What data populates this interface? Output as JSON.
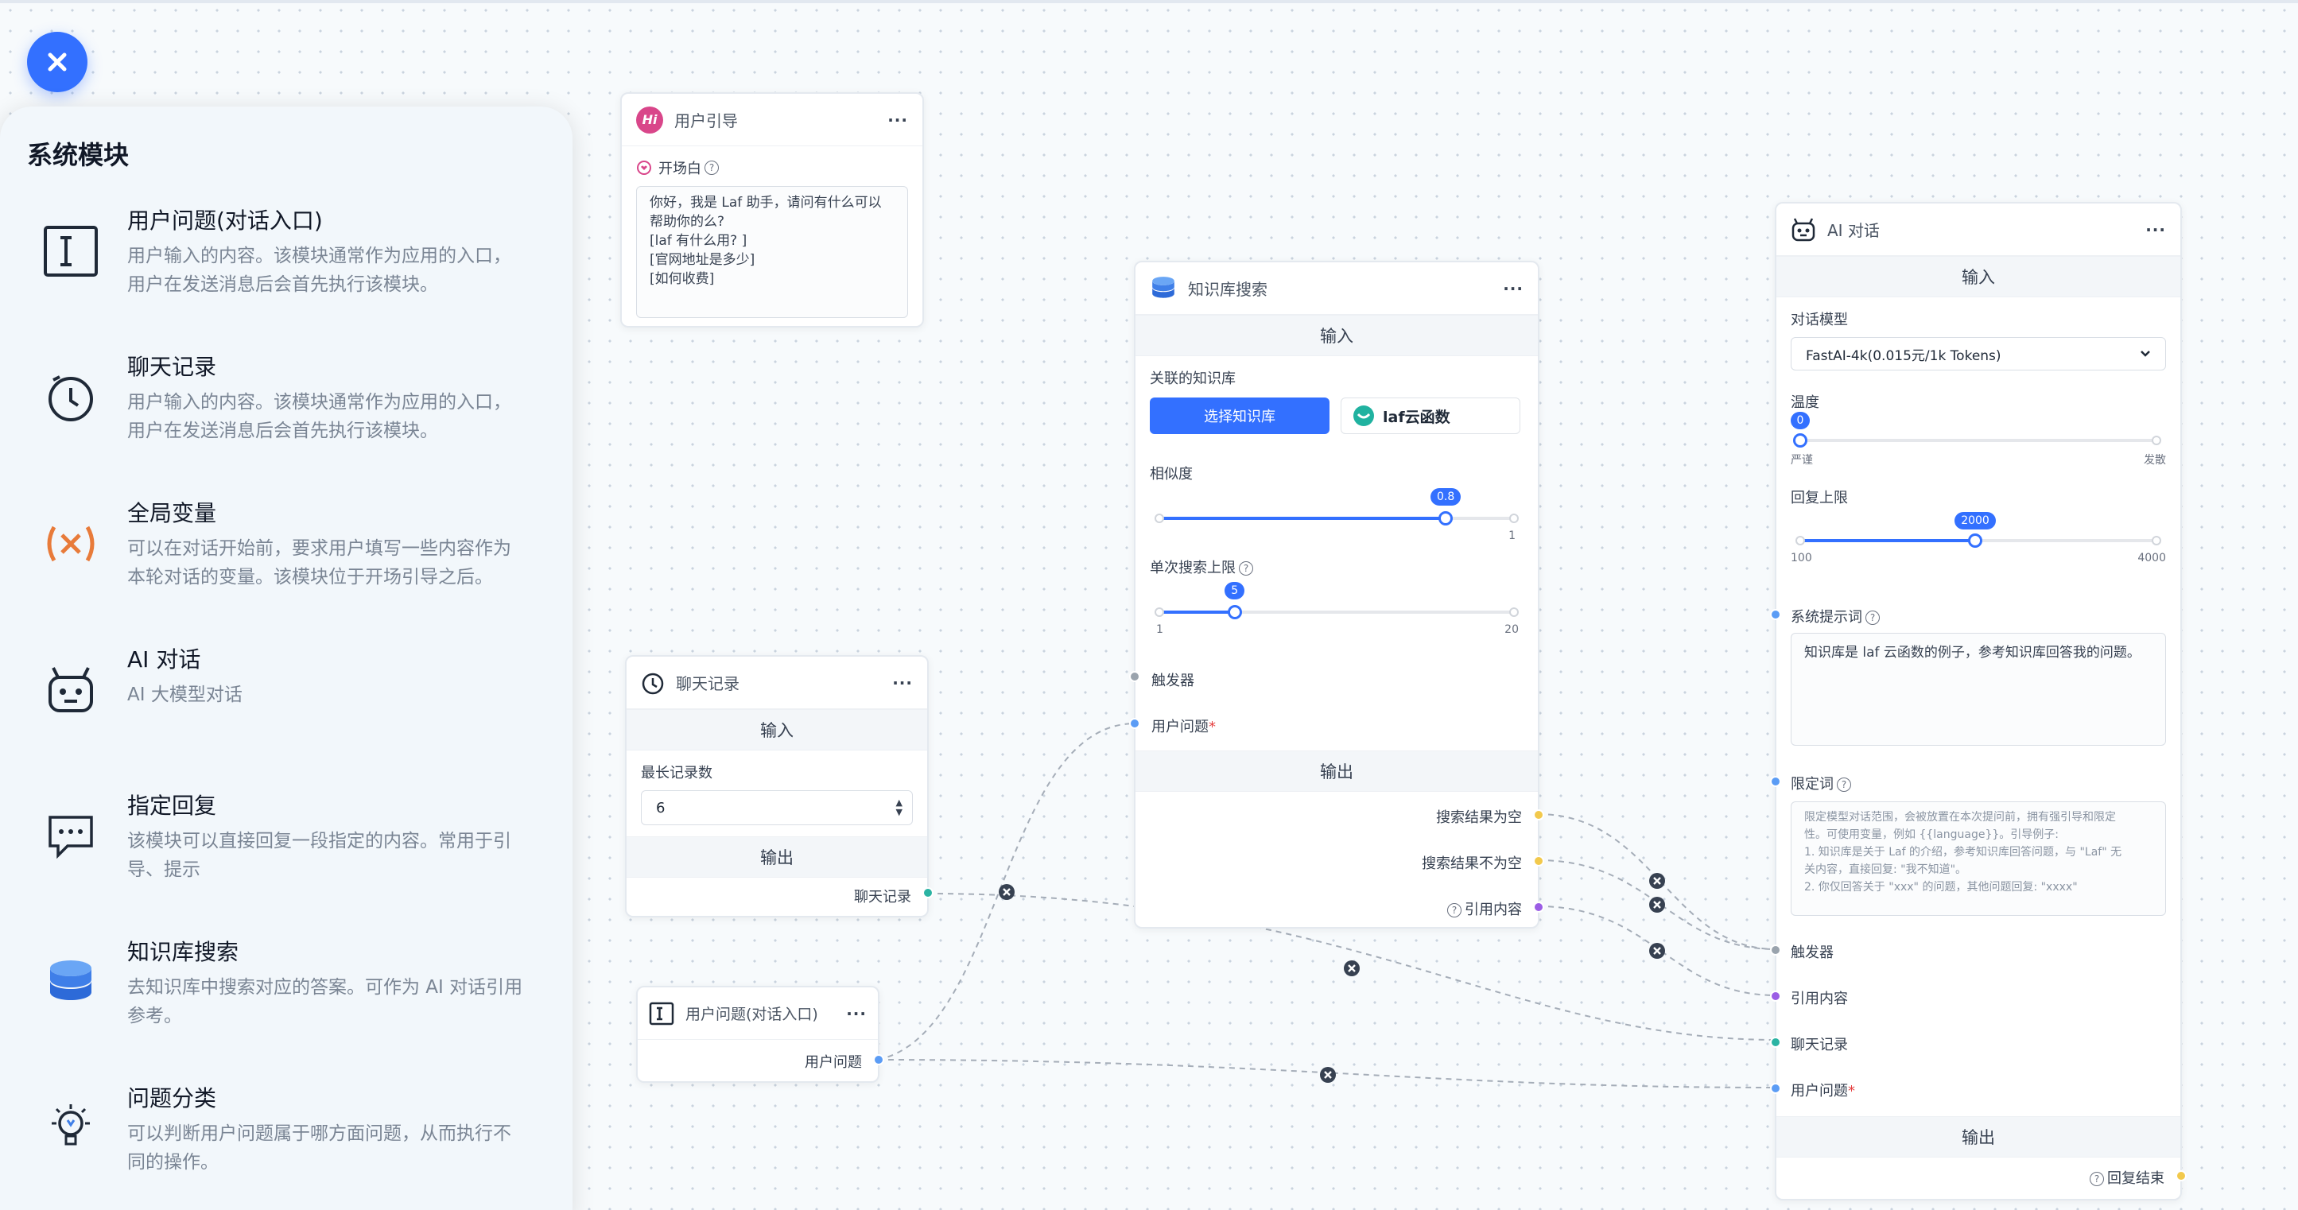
{
  "sidebar": {
    "title": "系统模块",
    "items": [
      {
        "name": "用户问题(对话入口)",
        "desc": "用户输入的内容。该模块通常作为应用的入口，用户在发送消息后会首先执行该模块。"
      },
      {
        "name": "聊天记录",
        "desc": "用户输入的内容。该模块通常作为应用的入口，用户在发送消息后会首先执行该模块。"
      },
      {
        "name": "全局变量",
        "desc": "可以在对话开始前，要求用户填写一些内容作为本轮对话的变量。该模块位于开场引导之后。"
      },
      {
        "name": "AI 对话",
        "desc": "AI 大模型对话"
      },
      {
        "name": "指定回复",
        "desc": "该模块可以直接回复一段指定的内容。常用于引导、提示"
      },
      {
        "name": "知识库搜索",
        "desc": "去知识库中搜索对应的答案。可作为 AI 对话引用参考。"
      },
      {
        "name": "问题分类",
        "desc": "可以判断用户问题属于哪方面问题，从而执行不同的操作。"
      }
    ]
  },
  "guide_node": {
    "title": "用户引导",
    "badge": "Hi",
    "field_label": "开场白",
    "lines": [
      "你好，我是 Laf 助手，请问有什么可以",
      "帮助你的么?",
      "[laf 有什么用? ]",
      "[官网地址是多少]",
      "[如何收费]"
    ]
  },
  "history_node": {
    "title": "聊天记录",
    "input_label": "输入",
    "max_label": "最长记录数",
    "max_value": "6",
    "output_label": "输出",
    "out_port": "聊天记录"
  },
  "entry_node": {
    "title": "用户问题(对话入口)",
    "out_port": "用户问题"
  },
  "kb_node": {
    "title": "知识库搜索",
    "input_label": "输入",
    "linked_label": "关联的知识库",
    "select_btn": "选择知识库",
    "kb_tag": "laf云函数",
    "similarity_label": "相似度",
    "similarity_value": 0.8,
    "similarity_tip": "0.8",
    "similarity_max": "1",
    "limit_label": "单次搜索上限",
    "limit_value": 5,
    "limit_tip": "5",
    "limit_min": "1",
    "limit_max": "20",
    "trigger_port": "触发器",
    "question_port": "用户问题",
    "required_mark": "*",
    "output_label": "输出",
    "out_empty": "搜索结果为空",
    "out_not_empty": "搜索结果不为空",
    "out_quote": "引用内容"
  },
  "ai_node": {
    "title": "AI 对话",
    "input_label": "输入",
    "model_label": "对话模型",
    "model_value": "FastAI-4k(0.015元/1k Tokens)",
    "temp_label": "温度",
    "temp_value": 0,
    "temp_tip": "0",
    "temp_min_label": "严谨",
    "temp_max_label": "发散",
    "limit_label": "回复上限",
    "limit_value": 2000,
    "limit_tip": "2000",
    "limit_min": "100",
    "limit_max": "4000",
    "prompt_label": "系统提示词",
    "prompt_value": "知识库是 laf 云函数的例子，参考知识库回答我的问题。",
    "limit_text_label": "限定词",
    "limit_text_lines": [
      "限定模型对话范围，会被放置在本次提问前，拥有强引导和限定",
      "性。可使用变量，例如 {{language}}。引导例子:",
      "1. 知识库是关于 Laf 的介绍，参考知识库回答问题，与 \"Laf\" 无",
      "关内容，直接回复: \"我不知道\"。",
      "2. 你仅回答关于 \"xxx\" 的问题，其他问题回复: \"xxxx\""
    ],
    "port_trigger": "触发器",
    "port_quote": "引用内容",
    "port_history": "聊天记录",
    "port_question": "用户问题",
    "required_mark": "*",
    "output_label": "输出",
    "out_done": "回复结束"
  },
  "colors": {
    "accent": "#3370ff",
    "teal": "#2bb3a3",
    "purple": "#9b5de5",
    "yellow": "#f2c94c",
    "gray": "#9aa3ad",
    "blue_port": "#5b9cf5"
  }
}
